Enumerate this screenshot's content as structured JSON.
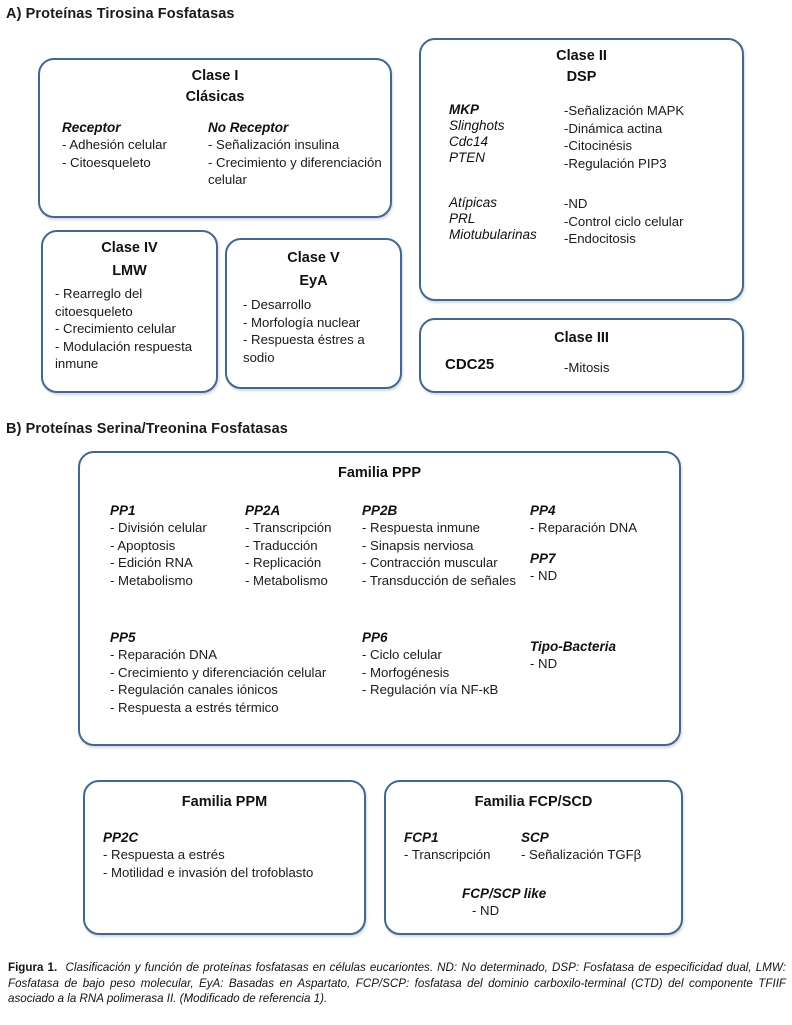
{
  "sections": {
    "a": {
      "heading": "A) Proteínas Tirosina Fosfatasas"
    },
    "b": {
      "heading": "B) Proteínas Serina/Treonina Fosfatasas"
    }
  },
  "boxes": {
    "clase1": {
      "title_line1": "Clase I",
      "title_line2": "Clásicas",
      "col_receptor": {
        "head": "Receptor",
        "items": [
          "- Adhesión celular",
          "- Citoesqueleto"
        ]
      },
      "col_no_receptor": {
        "head": "No Receptor",
        "items": [
          "- Señalización insulina",
          "- Crecimiento y diferenciación celular"
        ]
      }
    },
    "clase2": {
      "title_line1": "Clase II",
      "title_line2": "DSP",
      "names_group1": [
        "MKP",
        "Slinghots",
        "Cdc14",
        "PTEN"
      ],
      "funcs_group1": [
        "-Señalización MAPK",
        "-Dinámica actina",
        "-Citocinésis",
        "-Regulación PIP3"
      ],
      "names_group2": [
        "Atípicas",
        "PRL",
        "Miotubularinas"
      ],
      "funcs_group2": [
        "-ND",
        "-Control ciclo celular",
        "-Endocitosis"
      ]
    },
    "clase4": {
      "title_line1": "Clase IV",
      "title_line2": "LMW",
      "items": [
        "- Rearreglo del citoesqueleto",
        "- Crecimiento celular",
        "- Modulación respuesta inmune"
      ]
    },
    "clase5": {
      "title_line1": "Clase V",
      "title_line2": "EyA",
      "items": [
        "- Desarrollo",
        "- Morfología nuclear",
        "- Respuesta éstres a sodio"
      ]
    },
    "clase3": {
      "title_line1": "Clase III",
      "name": "CDC25",
      "func": "-Mitosis"
    },
    "ppp": {
      "title": "Familia PPP",
      "pp1": {
        "head": "PP1",
        "items": [
          "- División celular",
          "- Apoptosis",
          "- Edición  RNA",
          "- Metabolismo"
        ]
      },
      "pp2a": {
        "head": "PP2A",
        "items": [
          "- Transcripción",
          "- Traducción",
          "- Replicación",
          "- Metabolismo"
        ]
      },
      "pp2b": {
        "head": "PP2B",
        "items": [
          "- Respuesta inmune",
          "- Sinapsis nerviosa",
          "- Contracción muscular",
          "-   Transducción de señales"
        ]
      },
      "pp4": {
        "head": "PP4",
        "items": [
          "- Reparación DNA"
        ]
      },
      "pp7": {
        "head": "PP7",
        "items": [
          "- ND"
        ]
      },
      "pp5": {
        "head": "PP5",
        "items": [
          "- Reparación DNA",
          "- Crecimiento y diferenciación celular",
          "- Regulación canales  iónicos",
          "- Respuesta a estrés térmico"
        ]
      },
      "pp6": {
        "head": "PP6",
        "items": [
          "- Ciclo celular",
          "- Morfogénesis",
          "- Regulación vía NF-κB"
        ]
      },
      "tipo_bacteria": {
        "head": "Tipo-Bacteria",
        "items": [
          "- ND"
        ]
      }
    },
    "ppm": {
      "title": "Familia PPM",
      "pp2c": {
        "head": "PP2C",
        "items": [
          "- Respuesta a estrés",
          "- Motilidad e invasión del trofoblasto"
        ]
      }
    },
    "fcpscd": {
      "title": "Familia FCP/SCD",
      "fcp1": {
        "head": "FCP1",
        "items": [
          "- Transcripción"
        ]
      },
      "scp": {
        "head": "SCP",
        "items": [
          "- Señalización TGFβ"
        ]
      },
      "fcpscp_like": {
        "head": "FCP/SCP like",
        "items": [
          "- ND"
        ]
      }
    }
  },
  "caption": {
    "label": "Figura 1.",
    "text": "Clasificación y función de proteínas fosfatasas en células eucariontes.  ND: No determinado, DSP: Fosfatasa de especificidad dual, LMW: Fosfatasa de bajo peso molecular, EyA: Basadas en Aspartato, FCP/SCP: fosfatasa del dominio carboxilo-terminal (CTD) del componente TFIIF asociado a la RNA polimerasa II. (Modificado de referencia 1)."
  },
  "colors": {
    "border": "#43678f",
    "text": "#1a1a1a",
    "background": "#ffffff"
  }
}
